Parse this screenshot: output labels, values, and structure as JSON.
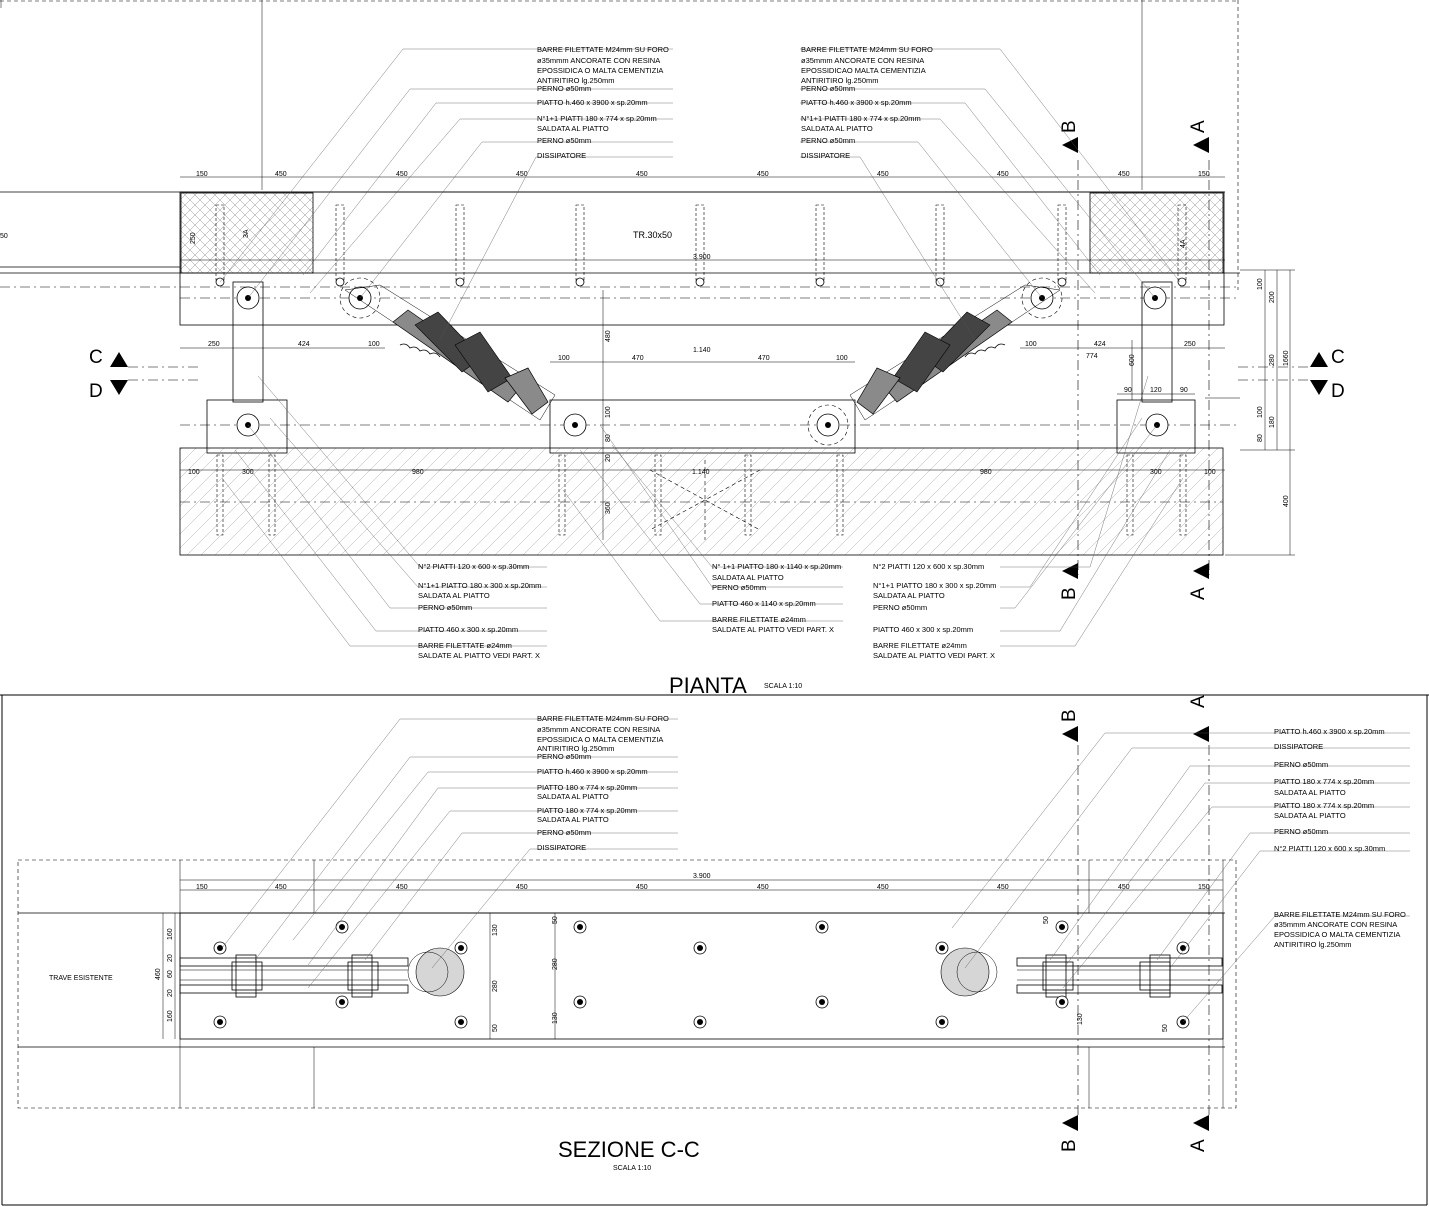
{
  "pianta": {
    "title": "PIANTA",
    "scale": "SCALA 1:10",
    "notes_top_left": [
      "BARRE FILETTATE M24mm SU FORO",
      "ø35mmm ANCORATE CON RESINA",
      "EPOSSIDICA O MALTA CEMENTIZIA",
      "ANTIRITIRO  lg.250mm",
      "PERNO ø50mm",
      "PIATTO h.460 x 3900 x sp.20mm",
      "N°1+1  PIATTI 180 x 774 x sp.20mm",
      "SALDATA AL PIATTO",
      "PERNO ø50mm",
      "DISSIPATORE"
    ],
    "notes_top_right": [
      "BARRE FILETTATE M24mm SU FORO",
      "ø35mmm ANCORATE CON RESINA",
      "EPOSSIDICAO MALTA CEMENTIZIA",
      "ANTIRITIRO  lg.250mm",
      "PERNO ø50mm",
      "PIATTO h.460 x 3900 x sp.20mm",
      "N°1+1  PIATTI 180 x 774 x sp.20mm",
      "SALDATA AL PIATTO",
      "PERNO ø50mm",
      "DISSIPATORE"
    ],
    "notes_bottom_left": [
      "N°2 PIATTI 120 x 600 x sp.30mm",
      "N°1+1 PIATTO 180 x 300 x sp.20mm",
      "SALDATA AL PIATTO",
      "PERNO ø50mm",
      "PIATTO 460 x 300 x sp.20mm",
      "BARRE FILETTATE ø24mm",
      "SALDATE AL PIATTO VEDI PART. X"
    ],
    "notes_bottom_center": [
      "N° 1+1 PIATTO 180 x 1140 x sp.20mm",
      "SALDATA AL PIATTO",
      "PERNO ø50mm",
      "PIATTO 460 x 1140 x sp.20mm",
      "BARRE FILETTATE ø24mm",
      "SALDATE AL PIATTO VEDI PART. X"
    ],
    "notes_bottom_right": [
      "N°2 PIATTI 120 x 600 x sp.30mm",
      "N°1+1 PIATTO 180 x 300 x sp.20mm",
      "SALDATA AL PIATTO",
      "PERNO ø50mm",
      "PIATTO 460 x 300 x sp.20mm",
      "BARRE FILETTATE ø24mm",
      "SALDATE AL PIATTO VEDI PART. X"
    ],
    "beam_label": "TR.30x50",
    "edge_label": "50",
    "column_left_label": "3A",
    "column_right_label": "4A",
    "dims_top": [
      "150",
      "450",
      "450",
      "450",
      "450",
      "450",
      "450",
      "450",
      "450",
      "150"
    ],
    "dim_total": "3.900",
    "dims_left_row": [
      "250",
      "424",
      "100"
    ],
    "dims_center_row": [
      "100",
      "470",
      "1.140",
      "470",
      "100"
    ],
    "dims_right_row": [
      "100",
      "424",
      "250"
    ],
    "dim_774": "774",
    "dims_small_right": [
      "90",
      "120",
      "90"
    ],
    "dims_bottom_row": [
      "100",
      "300",
      "980",
      "1.140",
      "980",
      "300",
      "100"
    ],
    "dims_vertical_right": [
      "100",
      "200",
      "280",
      "600",
      "1660",
      "100",
      "180",
      "80",
      "400"
    ],
    "dims_vertical_center": [
      "480",
      "100",
      "80",
      "20",
      "360"
    ],
    "dim_250_v": "250",
    "section_markers": [
      "C",
      "D",
      "C",
      "D",
      "B",
      "A",
      "B",
      "A"
    ]
  },
  "sezione": {
    "title": "SEZIONE C-C",
    "scale": "SCALA 1:10",
    "trave_label": "TRAVE ESISTENTE",
    "notes_left": [
      "BARRE FILETTATE M24mm SU FORO",
      "ø35mmm ANCORATE CON RESINA",
      "EPOSSIDICA O MALTA CEMENTIZIA",
      "ANTIRITIRO  lg.250mm",
      "PERNO ø50mm",
      "PIATTO h.460 x 3900 x sp.20mm",
      "PIATTO 180 x 774 x sp.20mm",
      "SALDATA AL PIATTO",
      "PIATTO 180 x  774 x sp.20mm",
      "SALDATA AL PIATTO",
      "PERNO ø50mm",
      "DISSIPATORE"
    ],
    "notes_right": [
      "PIATTO h.460 x 3900 x sp.20mm",
      "DISSIPATORE",
      "PERNO ø50mm",
      "PIATTO 180 x 774 x sp.20mm",
      "SALDATA AL PIATTO",
      "PIATTO 180 x  774 x sp.20mm",
      "SALDATA AL PIATTO",
      "PERNO ø50mm",
      "N°2 PIATTI 120 x 600 x sp.30mm"
    ],
    "notes_right_bottom": [
      "BARRE FILETTATE M24mm SU FORO",
      "ø35mmm ANCORATE CON RESINA",
      "EPOSSIDICA O MALTA CEMENTIZIA",
      "ANTIRITIRO lg.250mm"
    ],
    "dims_top": [
      "150",
      "450",
      "450",
      "450",
      "450",
      "450",
      "450",
      "450",
      "450",
      "150"
    ],
    "dim_total": "3.900",
    "dims_left_v": [
      "460",
      "160",
      "20",
      "20",
      "60",
      "160"
    ],
    "dims_mid_v": [
      "130",
      "280",
      "50",
      "50",
      "280",
      "130"
    ],
    "dims_right_v": [
      "50",
      "130",
      "50"
    ],
    "section_markers": [
      "B",
      "A",
      "B",
      "A"
    ]
  }
}
